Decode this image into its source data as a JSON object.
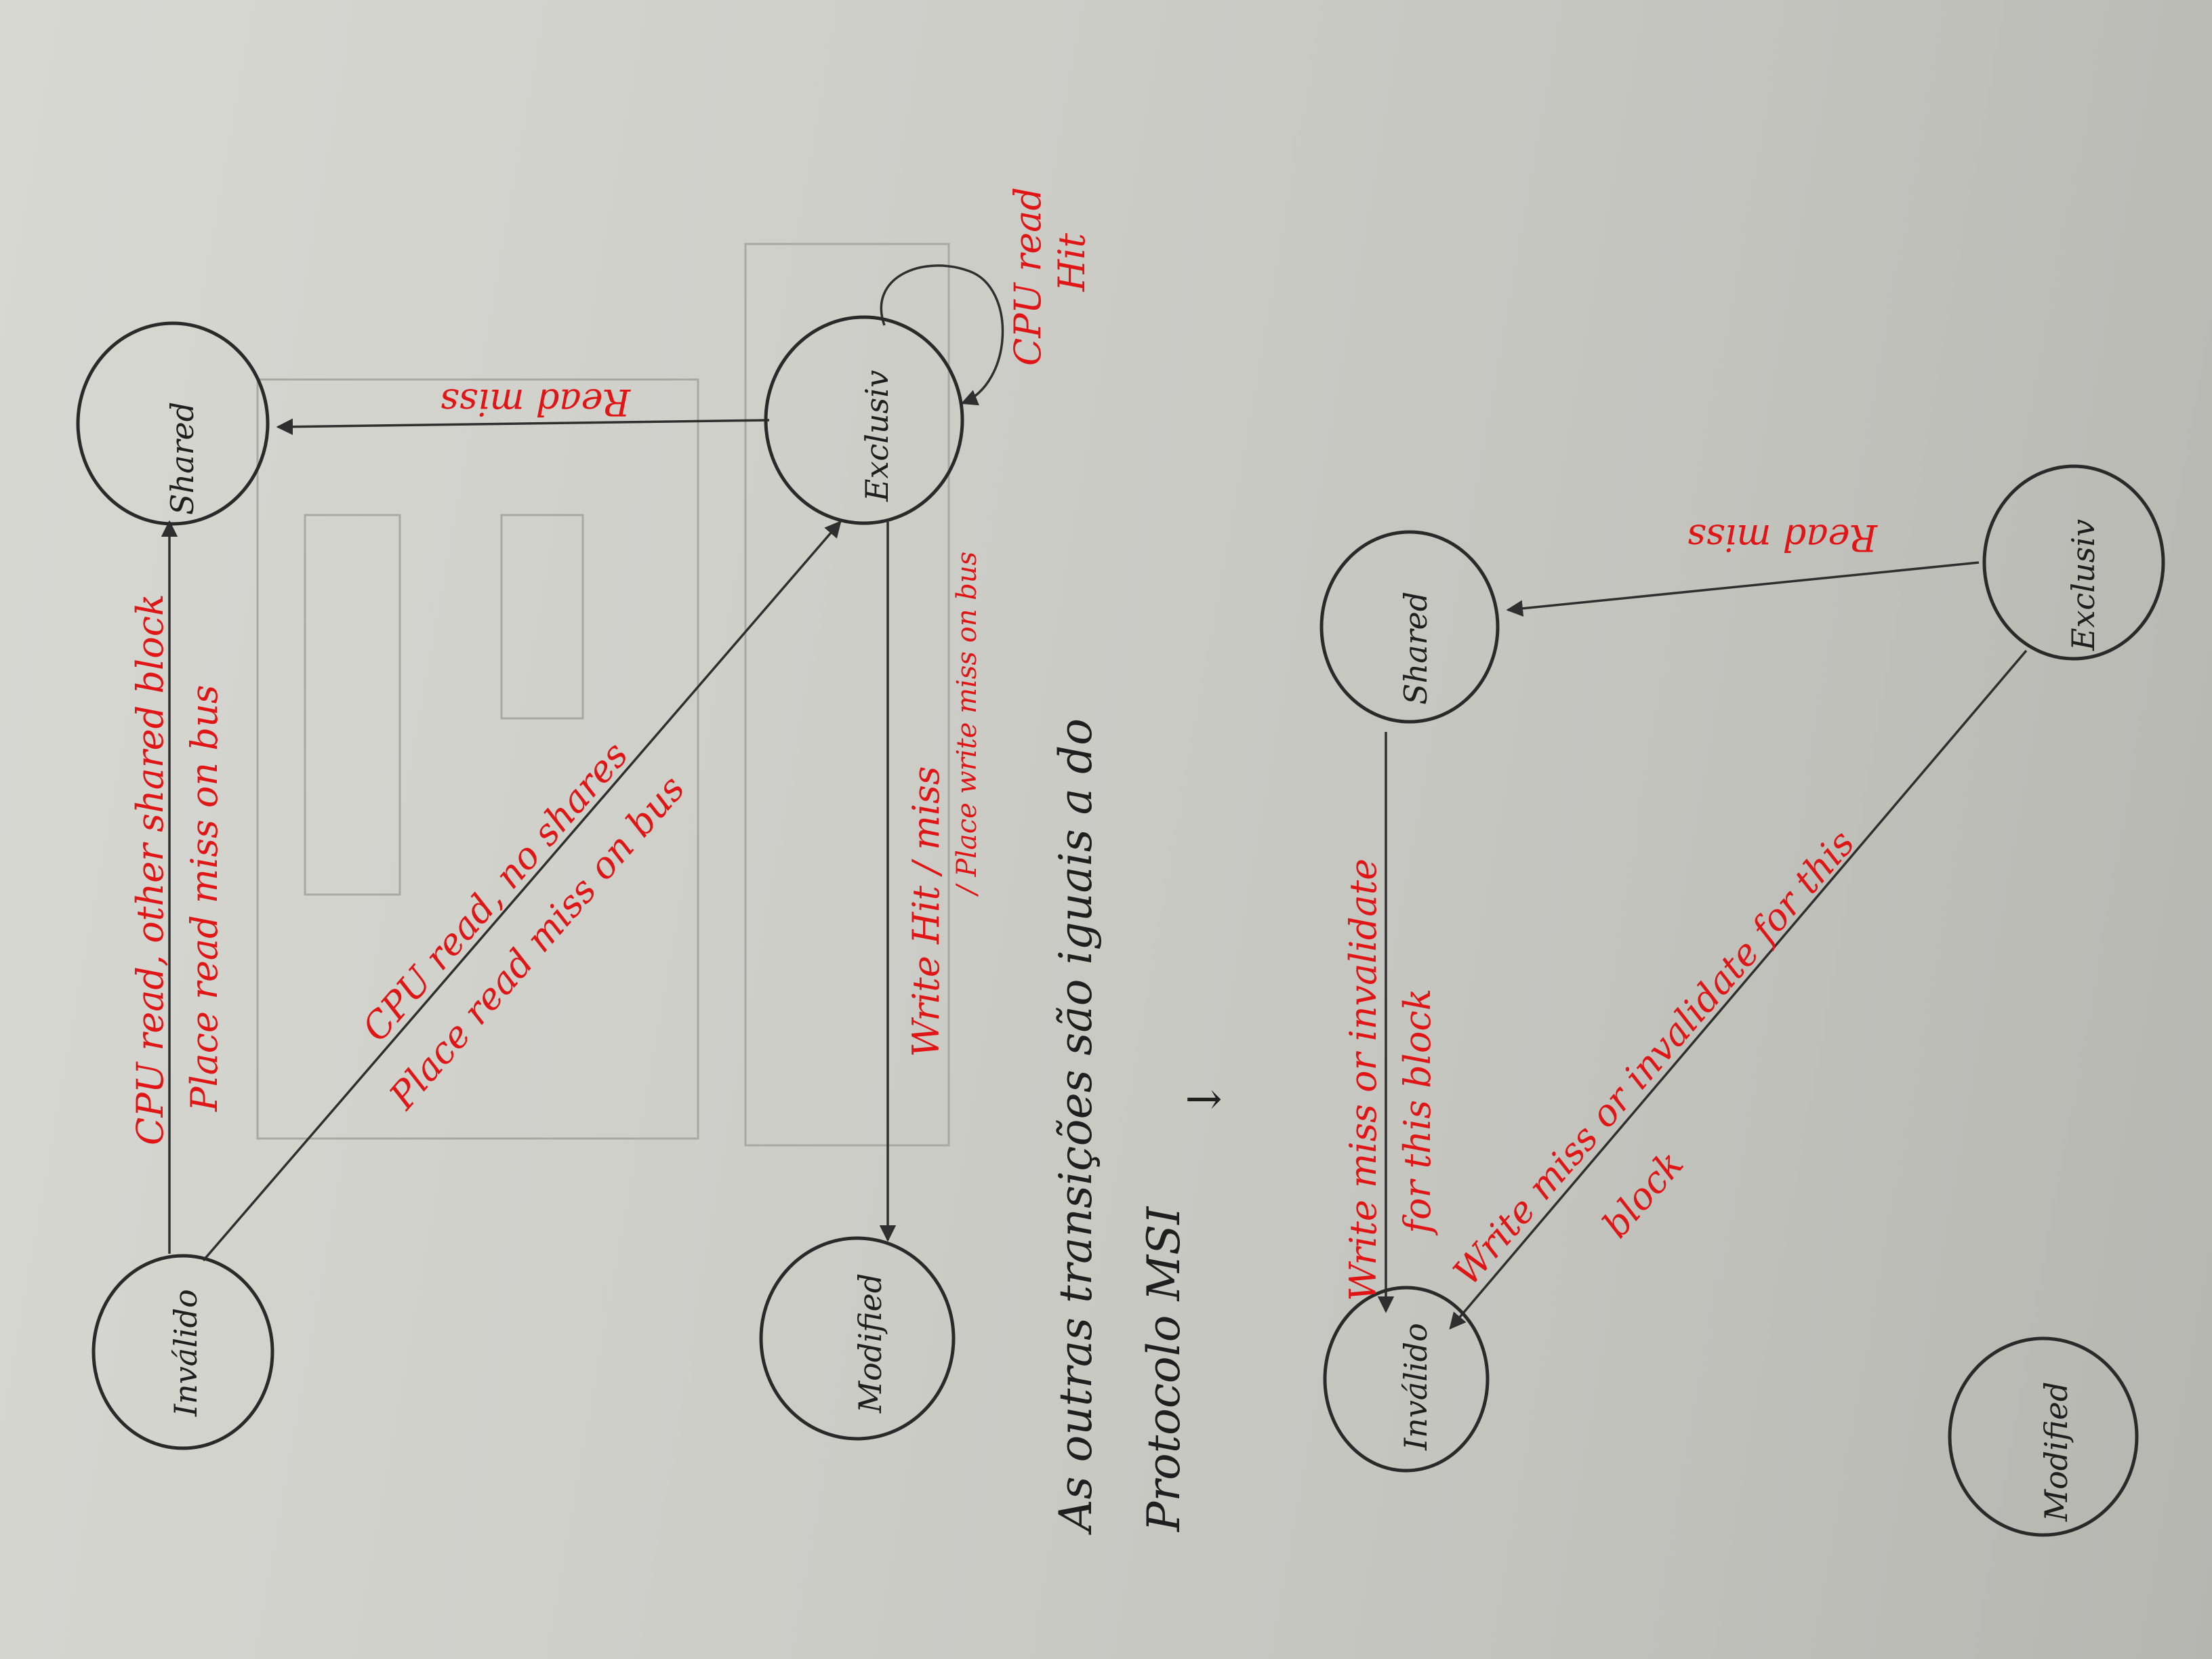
{
  "colors": {
    "paper": "#d2d2cd",
    "ink": "#2a2a2a",
    "red_ink": "#e01515"
  },
  "diagram_top": {
    "states": {
      "invalid": "Inválido",
      "shared": "Shared",
      "exclusive": "Exclusiv",
      "modified": "Modified"
    },
    "edges": {
      "invalid_to_shared": {
        "line1": "CPU read, other shared block",
        "line2": "Place read miss on bus"
      },
      "invalid_to_exclusive": {
        "line1": "CPU read, no shares",
        "line2": "Place read miss on bus"
      },
      "exclusive_to_shared": "Read miss",
      "exclusive_to_modified": {
        "line1": "Write Hit / miss",
        "line2": "/ Place write miss on bus"
      },
      "exclusive_self": {
        "line1": "CPU read",
        "line2": "Hit"
      }
    }
  },
  "note": {
    "line1": "As outras transições são iguais a do",
    "line2": "Protocolo MSI"
  },
  "diagram_bottom": {
    "states": {
      "invalid": "Inválido",
      "shared": "Shared",
      "exclusive": "Exclusiv",
      "modified": "Modified"
    },
    "edges": {
      "shared_to_invalid": {
        "line1": "Write miss or invalidate",
        "line2": "for this block"
      },
      "exclusive_to_invalid": {
        "line1": "Write miss or invalidate for this",
        "line2": "block"
      },
      "exclusive_to_shared": "Read miss"
    }
  }
}
